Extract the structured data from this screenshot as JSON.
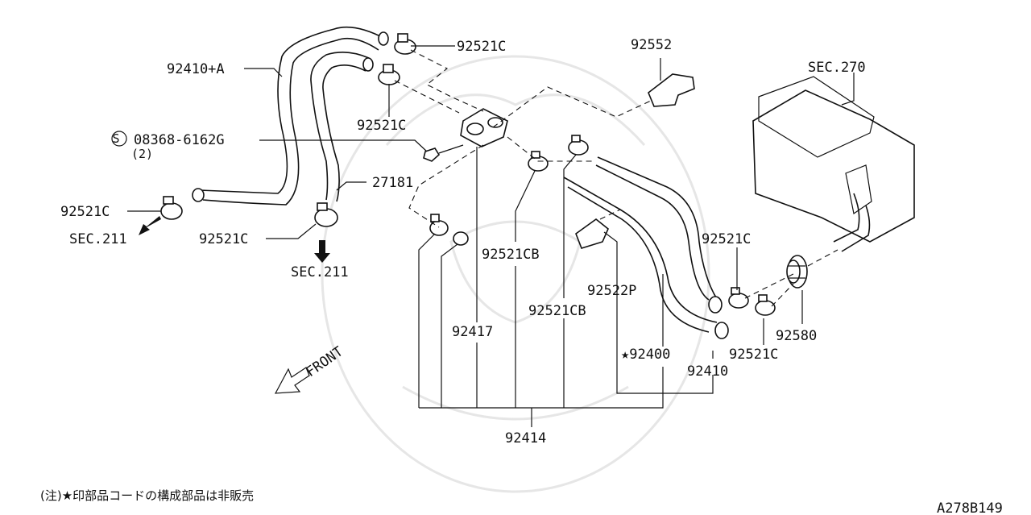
{
  "diagram": {
    "labels": {
      "hose_upper": "92410+A",
      "clamp_top_1": "92521C",
      "clamp_top_2": "92521C",
      "bracket": "92552",
      "sec270": "SEC.270",
      "bolt_code": "08368-6162G",
      "bolt_qty": "(2)",
      "bolt_symbol": "S",
      "hose_27181": "27181",
      "clamp_left": "92521C",
      "sec211_left": "SEC.211",
      "clamp_mid_left": "92521C",
      "sec211_mid": "SEC.211",
      "clamp_cb_1": "92521CB",
      "clamp_cb_2": "92521CB",
      "part_92417": "92417",
      "part_92522p": "92522P",
      "part_92400": "★92400",
      "part_92410": "92410",
      "clamp_right_1": "92521C",
      "clamp_right_2": "92521C",
      "valve_92580": "92580",
      "part_92414": "92414",
      "front": "FRONT"
    },
    "footnote": "(注)★印部品コードの構成部品は非販売",
    "diagram_code": "A278B149"
  }
}
